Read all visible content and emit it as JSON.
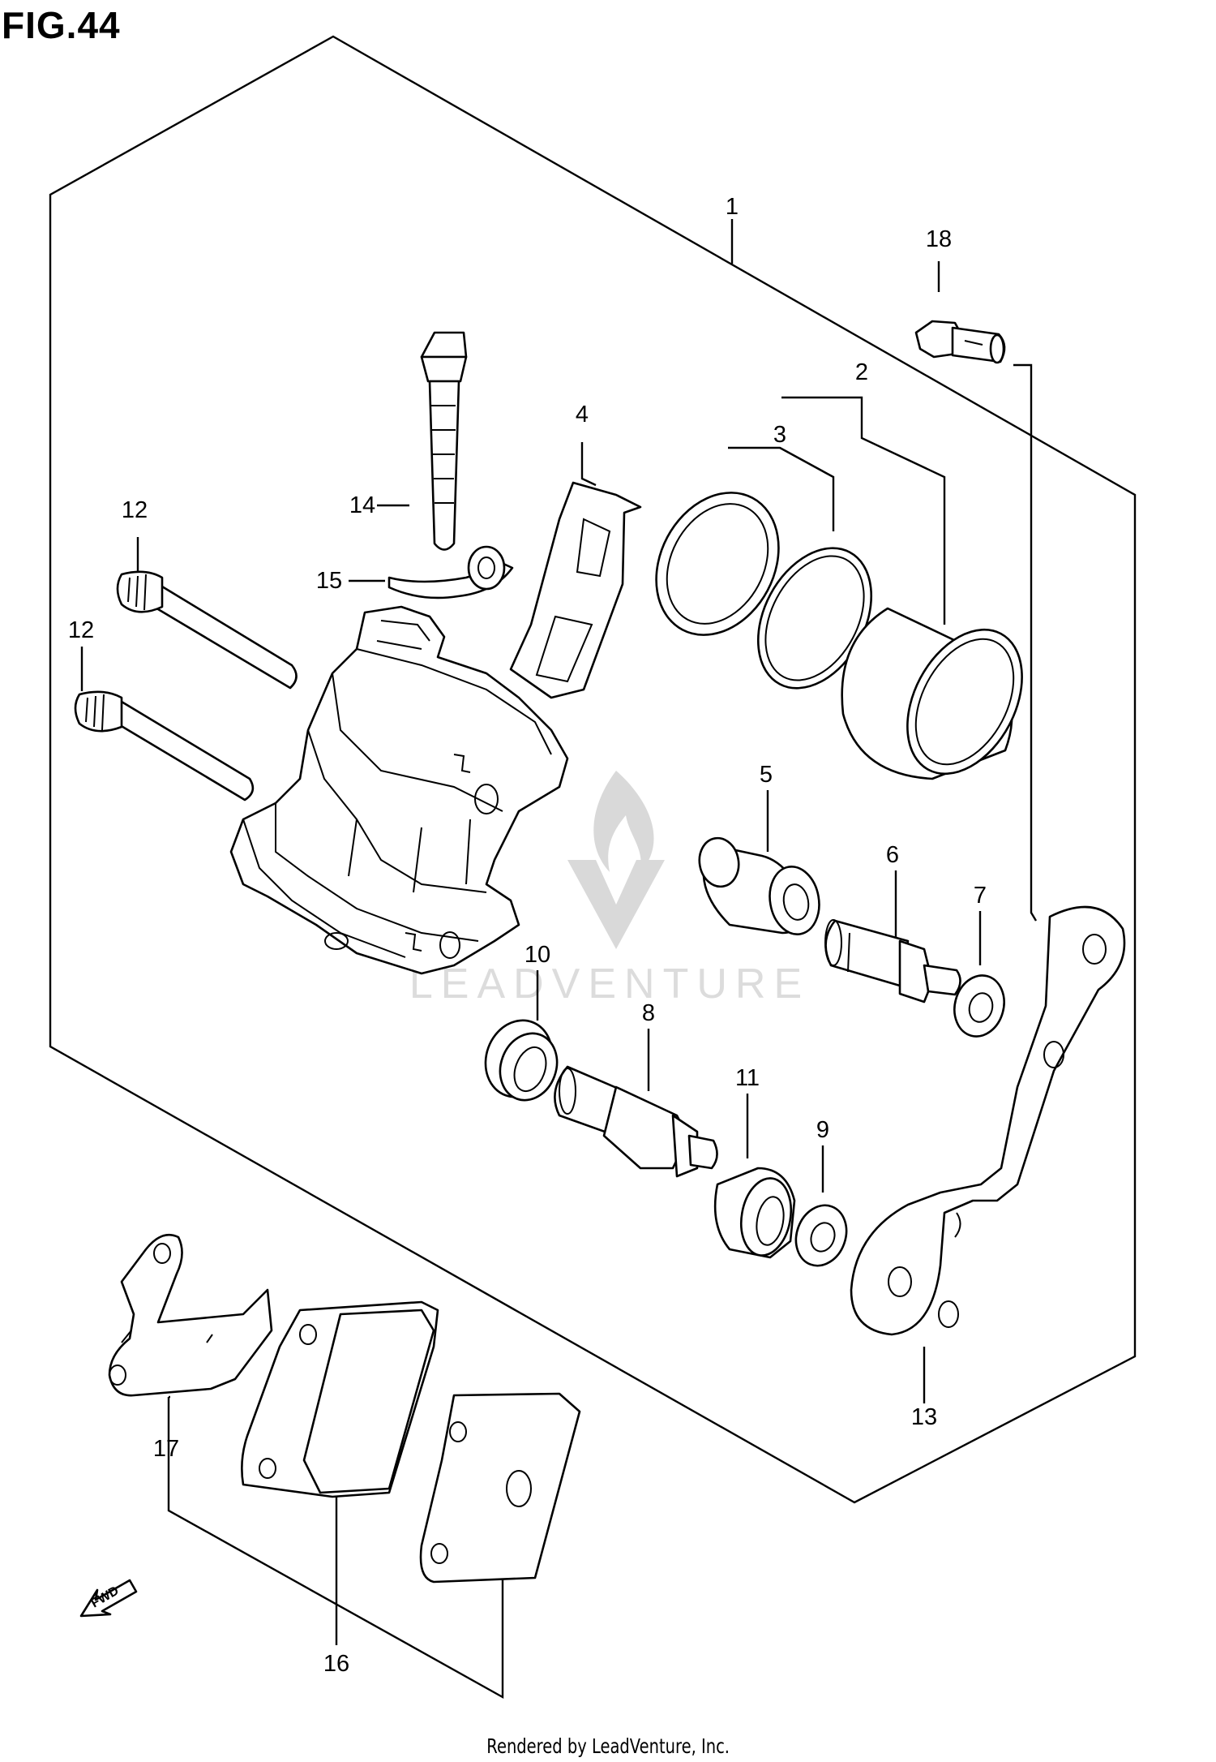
{
  "figure": {
    "title": "FIG.44"
  },
  "callouts": [
    "1",
    "2",
    "3",
    "4",
    "5",
    "6",
    "7",
    "8",
    "9",
    "10",
    "11",
    "12",
    "12",
    "13",
    "14",
    "15",
    "16",
    "17",
    "18"
  ],
  "direction_marker": {
    "label": "FWD",
    "icon": "fwd-arrow-icon"
  },
  "watermark": {
    "text": "LEADVENTURE",
    "icon": "leadventure-flame-logo"
  },
  "footer": {
    "credit": "Rendered by LeadVenture, Inc."
  }
}
